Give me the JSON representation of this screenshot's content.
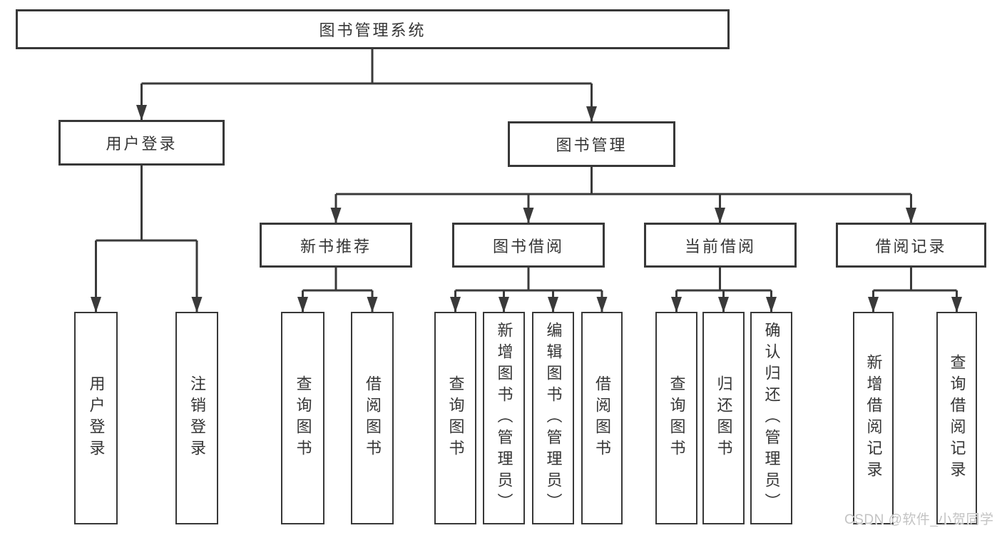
{
  "root": {
    "label": "图书管理系统"
  },
  "level2": {
    "user_login": {
      "label": "用户登录"
    },
    "book_mgmt": {
      "label": "图书管理"
    }
  },
  "level3": {
    "new_book_rec": {
      "label": "新书推荐"
    },
    "book_borrow": {
      "label": "图书借阅"
    },
    "current_borrow": {
      "label": "当前借阅"
    },
    "borrow_records": {
      "label": "借阅记录"
    }
  },
  "leaves": [
    {
      "label": "用户登录"
    },
    {
      "label": "注销登录"
    },
    {
      "label": "查询图书"
    },
    {
      "label": "借阅图书"
    },
    {
      "label": "查询图书"
    },
    {
      "label": "新增图书（管理员）"
    },
    {
      "label": "编辑图书（管理员）"
    },
    {
      "label": "借阅图书"
    },
    {
      "label": "查询图书"
    },
    {
      "label": "归还图书"
    },
    {
      "label": "确认归还（管理员）"
    },
    {
      "label": "新增借阅记录"
    },
    {
      "label": "查询借阅记录"
    }
  ],
  "watermark": {
    "text": "CSDN @软件_小贺同学"
  },
  "colors": {
    "line": "#3a3a3a",
    "box_border": "#383838",
    "text": "#363636",
    "watermark": "#c3c3c3",
    "background": "#ffffff"
  }
}
